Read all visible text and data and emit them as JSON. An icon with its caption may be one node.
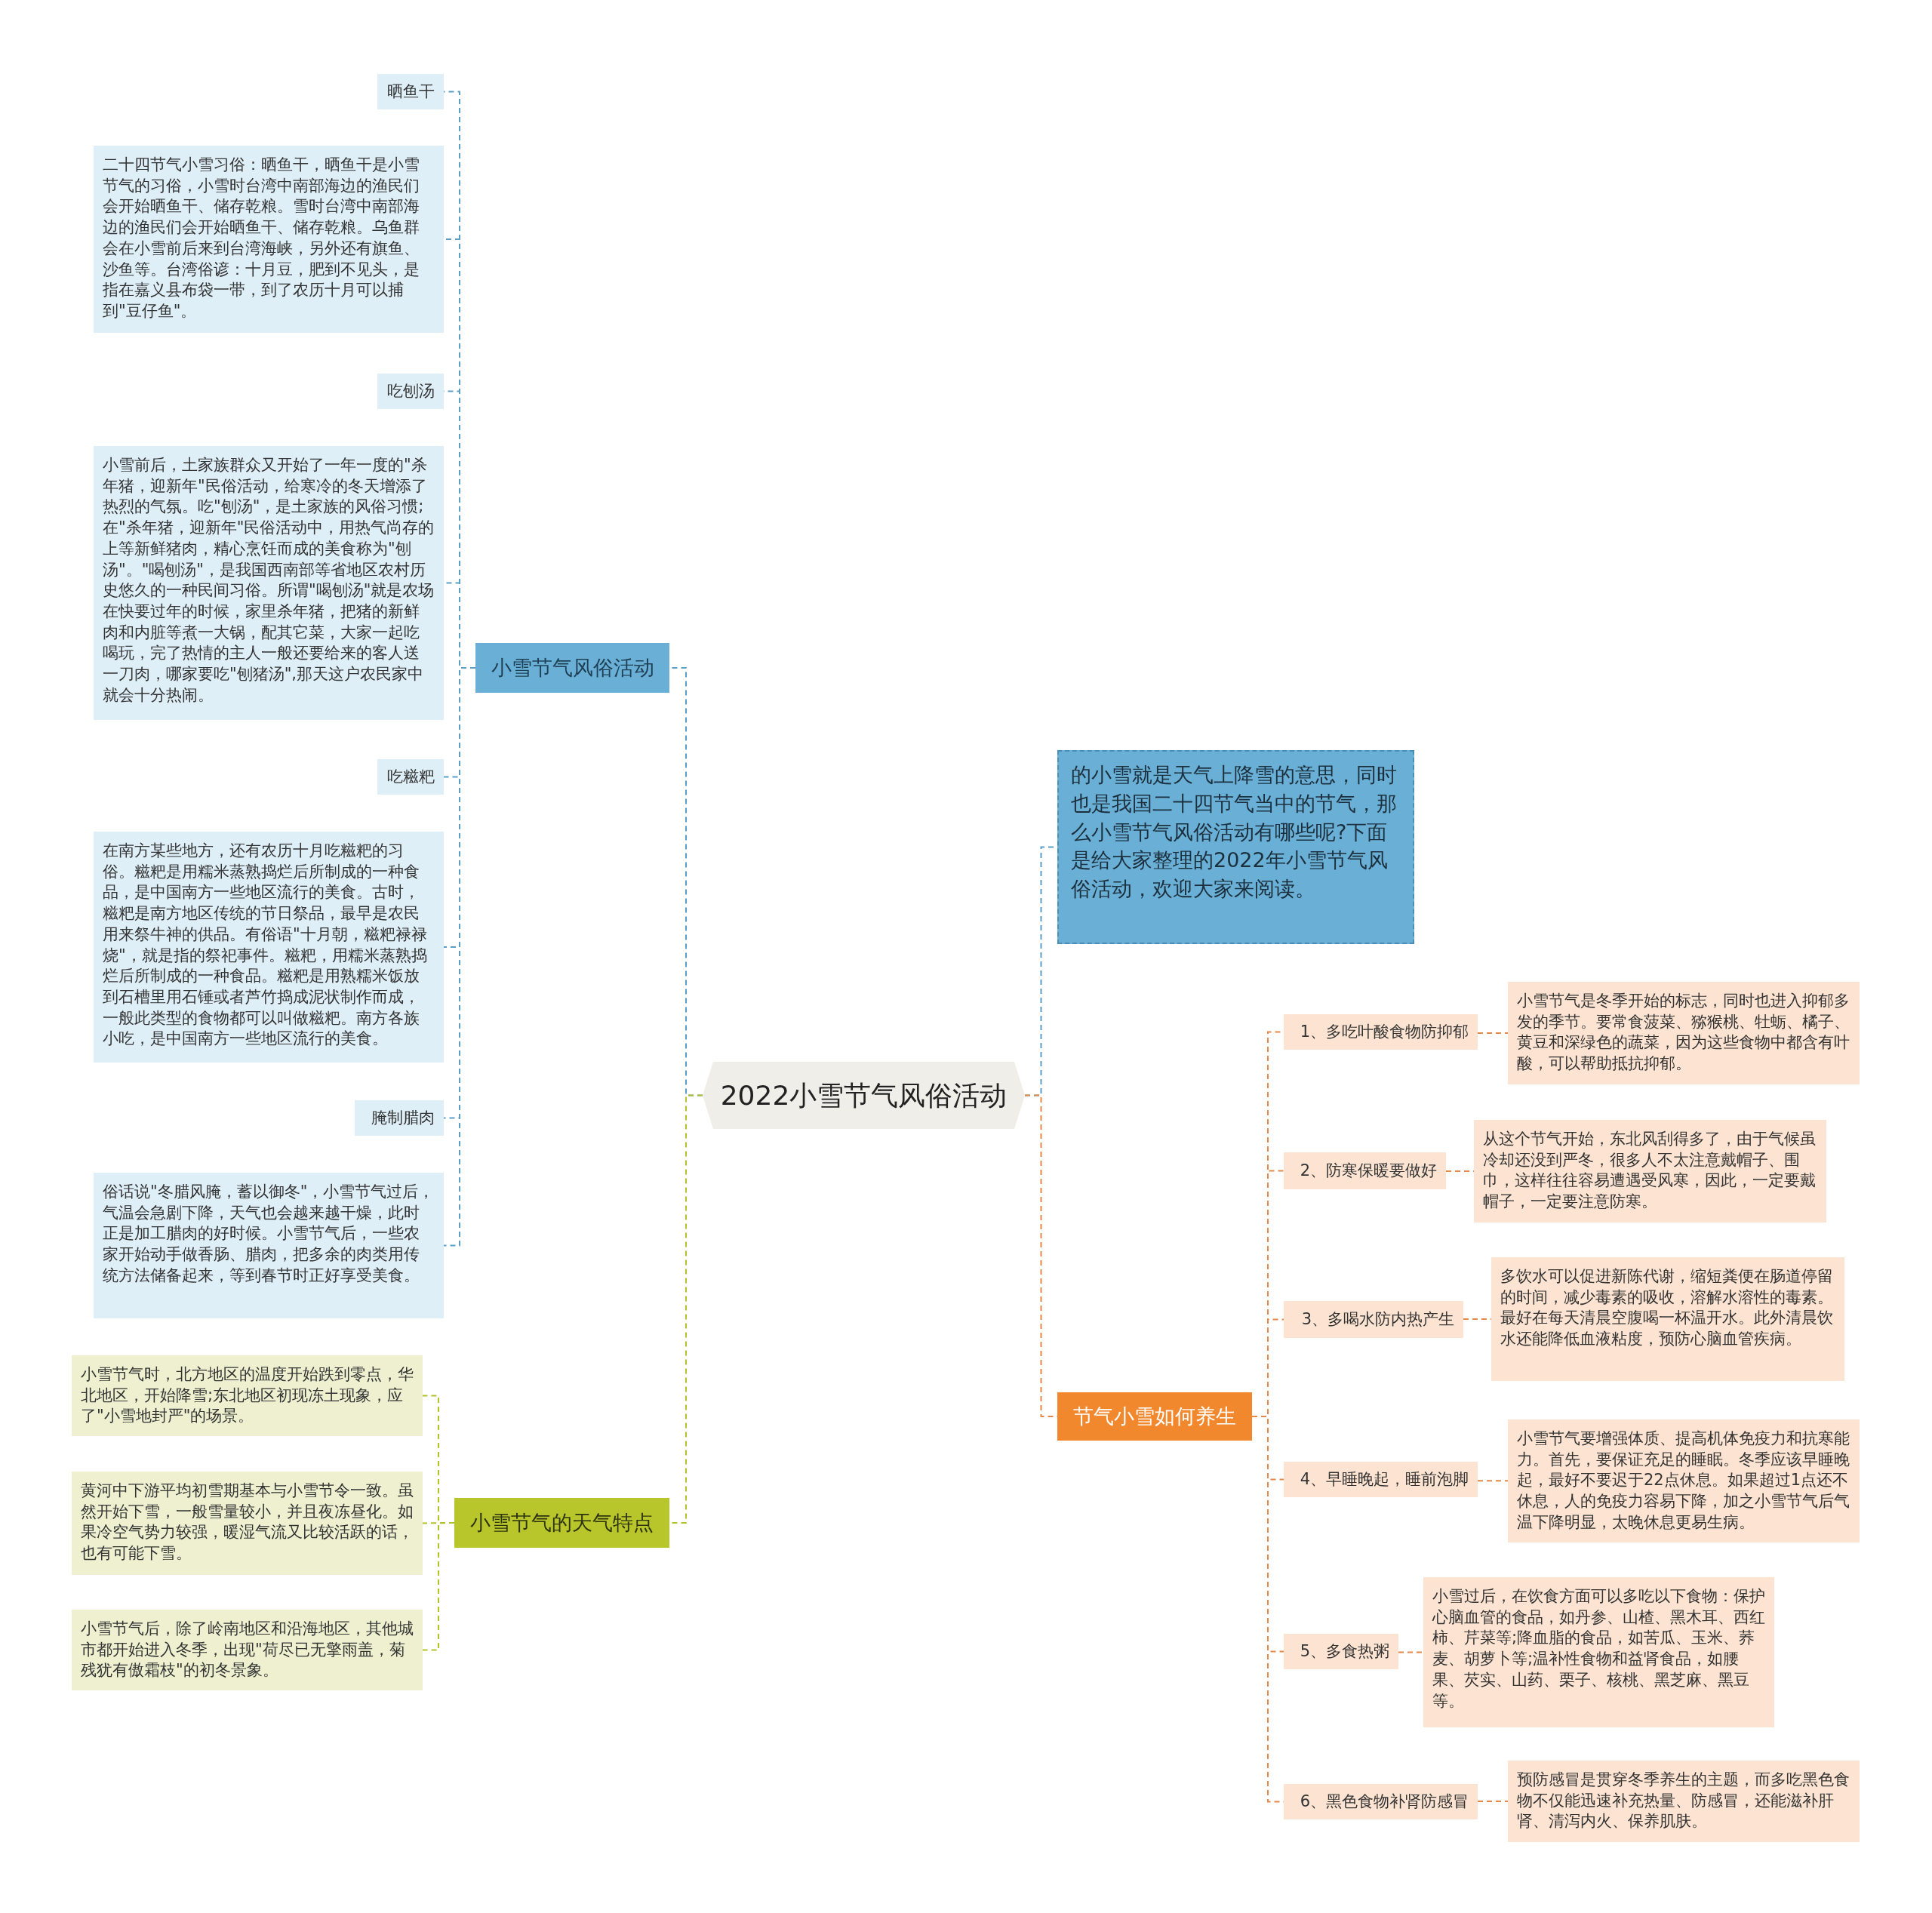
{
  "diagram": {
    "nodes": [
      {
        "text": [
          "2022小雪节气风俗活动"
        ]
      },
      {
        "text": [
          "小雪节气风俗活动"
        ]
      },
      {
        "text": [
          "晒鱼干"
        ]
      },
      {
        "text": [
          "二十四节气小雪习俗：晒鱼干，晒鱼干是小雪节气的习俗，小雪时台湾中南部海边的渔民们会开始晒鱼干、储存乾粮。雪时台湾中南部海边的渔民们会开始晒鱼干、储存乾粮。乌鱼群会在小雪前后来到台湾海峡，另外还有旗鱼、沙鱼等。台湾俗谚：十月豆，肥到不见头，是指在嘉义县布袋一带，到了农历十月可以捕到\"豆仔鱼\"。"
        ]
      },
      {
        "text": [
          "吃刨汤"
        ]
      },
      {
        "text": [
          "小雪前后，土家族群众又开始了一年一度的\"杀年猪，迎新年\"民俗活动，给寒冷的冬天增添了热烈的气氛。吃\"刨汤\"，是土家族的风俗习惯;在\"杀年猪，迎新年\"民俗活动中，用热气尚存的上等新鲜猪肉，精心烹饪而成的美食称为\"刨汤\"。\"喝刨汤\"，是我国西南部等省地区农村历史悠久的一种民间习俗。所谓\"喝刨汤\"就是农场在快要过年的时候，家里杀年猪，把猪的新鲜肉和内脏等煮一大锅，配其它菜，大家一起吃喝玩，完了热情的主人一般还要给来的客人送一刀肉，哪家要吃\"刨猪汤\",那天这户农民家中就会十分热闹。"
        ]
      },
      {
        "text": [
          "吃糍粑"
        ]
      },
      {
        "text": [
          "在南方某些地方，还有农历十月吃糍粑的习俗。糍粑是用糯米蒸熟捣烂后所制成的一种食品，是中国南方一些地区流行的美食。古时，糍粑是南方地区传统的节日祭品，最早是农民用来祭牛神的供品。有俗语\"十月朝，糍粑禄禄烧\"，就是指的祭祀事件。糍粑，用糯米蒸熟捣烂后所制成的一种食品。糍粑是用熟糯米饭放到石槽里用石锤或者芦竹捣成泥状制作而成，一般此类型的食物都可以叫做糍粑。南方各族小吃，是中国南方一些地区流行的美食。"
        ]
      },
      {
        "text": [
          "腌制腊肉"
        ]
      },
      {
        "text": [
          "俗话说\"冬腊风腌，蓄以御冬\"，小雪节气过后，气温会急剧下降，天气也会越来越干燥，此时正是加工腊肉的好时候。小雪节气后，一些农家开始动手做香肠、腊肉，把多余的肉类用传统方法储备起来，等到春节时正好享受美食。"
        ]
      },
      {
        "text": [
          "小雪节气的天气特点"
        ]
      },
      {
        "text": [
          "小雪节气时，北方地区的温度开始跌到零点，华北地区，开始降雪;东北地区初现冻土现象，应了\"小雪地封严\"的场景。"
        ]
      },
      {
        "text": [
          "黄河中下游平均初雪期基本与小雪节令一致。虽然开始下雪，一般雪量较小，并且夜冻昼化。如果冷空气势力较强，暖湿气流又比较活跃的话，也有可能下雪。"
        ]
      },
      {
        "text": [
          "小雪节气后，除了岭南地区和沿海地区，其他城市都开始进入冬季，出现\"荷尽已无擎雨盖，菊残犹有傲霜枝\"的初冬景象。"
        ]
      },
      {
        "text": [
          "的小雪就是天气上降雪的意思，同时也是我国二十四节气当中的节气，那么小雪节气风俗活动有哪些呢?下面是给大家整理的2022年小雪节气风俗活动，欢迎大家来阅读。"
        ]
      },
      {
        "text": [
          "节气小雪如何养生"
        ]
      },
      {
        "text": [
          "1、多吃叶酸食物防抑郁"
        ]
      },
      {
        "text": [
          "小雪节气是冬季开始的标志，同时也进入抑郁多发的季节。要常食菠菜、猕猴桃、牡蛎、橘子、黄豆和深绿色的蔬菜，因为这些食物中都含有叶酸，可以帮助抵抗抑郁。"
        ]
      },
      {
        "text": [
          "2、防寒保暖要做好"
        ]
      },
      {
        "text": [
          "从这个节气开始，东北风刮得多了，由于气候虽冷却还没到严冬，很多人不太注意戴帽子、围巾，这样往往容易遭遇受风寒，因此，一定要戴帽子，一定要注意防寒。"
        ]
      },
      {
        "text": [
          "3、多喝水防内热产生"
        ]
      },
      {
        "text": [
          "多饮水可以促进新陈代谢，缩短粪便在肠道停留的时间，减少毒素的吸收，溶解水溶性的毒素。最好在每天清晨空腹喝一杯温开水。此外清晨饮水还能降低血液粘度，预防心脑血管疾病。"
        ]
      },
      {
        "text": [
          "4、早睡晚起，睡前泡脚"
        ]
      },
      {
        "text": [
          "小雪节气要增强体质、提高机体免疫力和抗寒能力。首先，要保证充足的睡眠。冬季应该早睡晚起，最好不要迟于22点休息。如果超过1点还不休息，人的免疫力容易下降，加之小雪节气后气温下降明显，太晚休息更易生病。"
        ]
      },
      {
        "text": [
          "5、多食热粥"
        ]
      },
      {
        "text": [
          "小雪过后，在饮食方面可以多吃以下食物：保护心脑血管的食品，如丹参、山楂、黑木耳、西红柿、芹菜等;降血脂的食品，如苦瓜、玉米、荞麦、胡萝卜等;温补性食物和益肾食品，如腰果、芡实、山药、栗子、核桃、黑芝麻、黑豆等。"
        ]
      },
      {
        "text": [
          "6、黑色食物补肾防感冒"
        ]
      },
      {
        "text": [
          "预防感冒是贯穿冬季养生的主题，而多吃黑色食物不仅能迅速补充热量、防感冒，还能滋补肝肾、清泻内火、保养肌肤。"
        ]
      }
    ],
    "edges": [
      {
        "from": 0,
        "to": 1,
        "arrow": "none",
        "color": "#5b9fc8"
      },
      {
        "from": 1,
        "to": 2,
        "arrow": "none",
        "color": "#5b9fc8"
      },
      {
        "from": 1,
        "to": 3,
        "arrow": "none",
        "color": "#5b9fc8"
      },
      {
        "from": 1,
        "to": 4,
        "arrow": "none",
        "color": "#5b9fc8"
      },
      {
        "from": 1,
        "to": 5,
        "arrow": "none",
        "color": "#5b9fc8"
      },
      {
        "from": 1,
        "to": 6,
        "arrow": "none",
        "color": "#5b9fc8"
      },
      {
        "from": 1,
        "to": 7,
        "arrow": "none",
        "color": "#5b9fc8"
      },
      {
        "from": 1,
        "to": 8,
        "arrow": "none",
        "color": "#5b9fc8"
      },
      {
        "from": 1,
        "to": 9,
        "arrow": "none",
        "color": "#5b9fc8"
      },
      {
        "from": 0,
        "to": 10,
        "arrow": "none",
        "color": "#b3c12a"
      },
      {
        "from": 10,
        "to": 11,
        "arrow": "none",
        "color": "#b3c12a"
      },
      {
        "from": 10,
        "to": 12,
        "arrow": "none",
        "color": "#b3c12a"
      },
      {
        "from": 10,
        "to": 13,
        "arrow": "none",
        "color": "#b3c12a"
      },
      {
        "from": 0,
        "to": 14,
        "arrow": "none",
        "color": "#5b9fc8"
      },
      {
        "from": 0,
        "to": 15,
        "arrow": "none"
      },
      {
        "from": 15,
        "to": 16,
        "arrow": "none"
      },
      {
        "from": 16,
        "to": 17,
        "arrow": "none"
      },
      {
        "from": 15,
        "to": 18,
        "arrow": "none"
      },
      {
        "from": 18,
        "to": 19,
        "arrow": "none"
      },
      {
        "from": 15,
        "to": 20,
        "arrow": "none"
      },
      {
        "from": 20,
        "to": 21,
        "arrow": "none"
      },
      {
        "from": 15,
        "to": 22,
        "arrow": "none"
      },
      {
        "from": 22,
        "to": 23,
        "arrow": "none"
      },
      {
        "from": 15,
        "to": 24,
        "arrow": "none"
      },
      {
        "from": 24,
        "to": 25,
        "arrow": "none"
      },
      {
        "from": 15,
        "to": 26,
        "arrow": "none"
      },
      {
        "from": 26,
        "to": 27,
        "arrow": "none"
      }
    ]
  }
}
